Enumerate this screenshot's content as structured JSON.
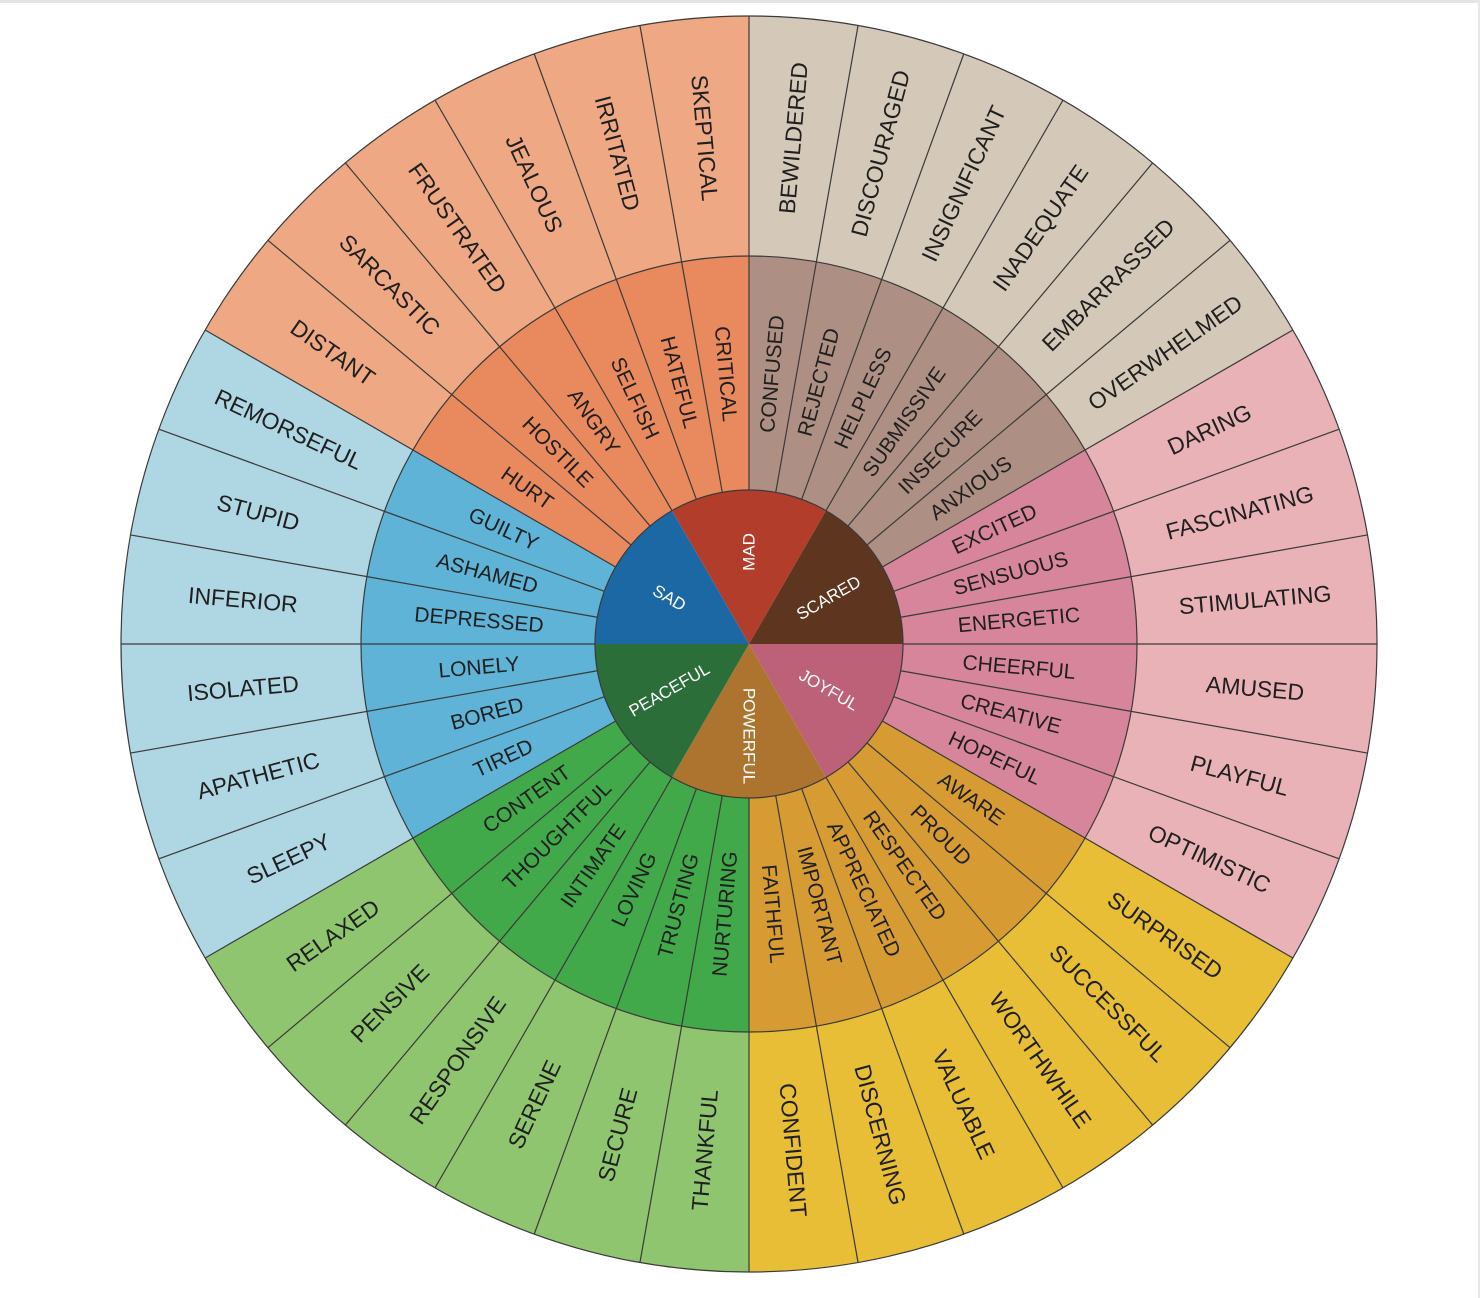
{
  "wheel": {
    "core": [
      {
        "label": "MAD",
        "color": "#b33d2b"
      },
      {
        "label": "SCARED",
        "color": "#5e351f"
      },
      {
        "label": "JOYFUL",
        "color": "#bd6178"
      },
      {
        "label": "POWERFUL",
        "color": "#ac742f"
      },
      {
        "label": "PEACEFUL",
        "color": "#2b6e3a"
      },
      {
        "label": "SAD",
        "color": "#1b68a5"
      }
    ],
    "middle": [
      {
        "group": "MAD",
        "color": "#e98a5e",
        "labels": [
          "HURT",
          "HOSTILE",
          "ANGRY",
          "SELFISH",
          "HATEFUL",
          "CRITICAL"
        ]
      },
      {
        "group": "SCARED",
        "color": "#ad9083",
        "labels": [
          "CONFUSED",
          "REJECTED",
          "HELPLESS",
          "SUBMISSIVE",
          "INSECURE",
          "ANXIOUS"
        ]
      },
      {
        "group": "JOYFUL",
        "color": "#d7859a",
        "labels": [
          "EXCITED",
          "SENSUOUS",
          "ENERGETIC",
          "CHEERFUL",
          "CREATIVE",
          "HOPEFUL"
        ]
      },
      {
        "group": "POWERFUL",
        "color": "#d79b33",
        "labels": [
          "AWARE",
          "PROUD",
          "RESPECTED",
          "APPRECIATED",
          "IMPORTANT",
          "FAITHFUL"
        ]
      },
      {
        "group": "PEACEFUL",
        "color": "#41a949",
        "labels": [
          "NURTURING",
          "TRUSTING",
          "LOVING",
          "INTIMATE",
          "THOUGHTFUL",
          "CONTENT"
        ]
      },
      {
        "group": "SAD",
        "color": "#5eb3d6",
        "labels": [
          "TIRED",
          "BORED",
          "LONELY",
          "DEPRESSED",
          "ASHAMED",
          "GUILTY"
        ]
      }
    ],
    "outer": [
      {
        "group": "MAD",
        "color": "#eea883",
        "labels": [
          "DISTANT",
          "SARCASTIC",
          "FRUSTRATED",
          "JEALOUS",
          "IRRITATED",
          "SKEPTICAL"
        ]
      },
      {
        "group": "SCARED",
        "color": "#d4c8b8",
        "labels": [
          "BEWILDERED",
          "DISCOURAGED",
          "INSIGNIFICANT",
          "INADEQUATE",
          "EMBARRASSED",
          "OVERWHELMED"
        ]
      },
      {
        "group": "JOYFUL",
        "color": "#e8b2b6",
        "labels": [
          "DARING",
          "FASCINATING",
          "STIMULATING",
          "AMUSED",
          "PLAYFUL",
          "OPTIMISTIC"
        ]
      },
      {
        "group": "POWERFUL",
        "color": "#e7be35",
        "labels": [
          "SURPRISED",
          "SUCCESSFUL",
          "WORTHWHILE",
          "VALUABLE",
          "DISCERNING",
          "CONFIDENT"
        ]
      },
      {
        "group": "PEACEFUL",
        "color": "#8fc56e",
        "labels": [
          "THANKFUL",
          "SECURE",
          "SERENE",
          "RESPONSIVE",
          "PENSIVE",
          "RELAXED"
        ]
      },
      {
        "group": "SAD",
        "color": "#afd6e3",
        "labels": [
          "SLEEPY",
          "APATHETIC",
          "ISOLATED",
          "INFERIOR",
          "STUPID",
          "REMORSEFUL"
        ]
      }
    ]
  }
}
